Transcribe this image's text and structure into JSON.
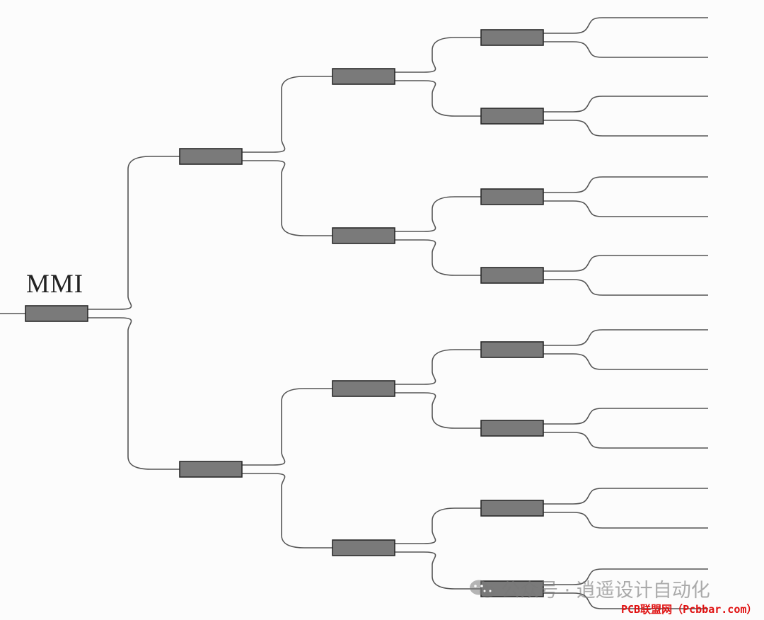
{
  "diagram": {
    "label": "MMI",
    "levels": [
      1,
      2,
      4,
      8
    ],
    "outputs": 16,
    "colors": {
      "mmi_fill": "#7a7a7a",
      "mmi_stroke": "#2a2a2a",
      "waveguide": "#555555"
    }
  },
  "watermark": {
    "icon": "wechat-icon",
    "text": "公众号 · 逍遥设计自动化"
  },
  "credit": {
    "text": "PCB联盟网（Pcbbar.com）"
  }
}
